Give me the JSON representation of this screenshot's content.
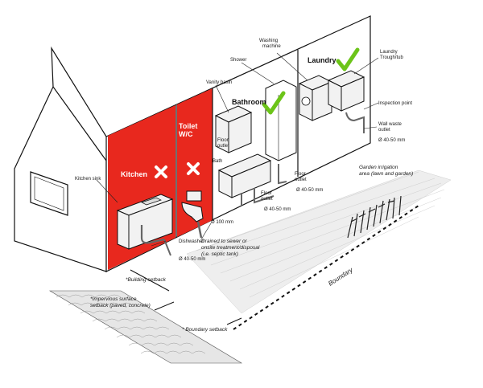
{
  "rooms": {
    "kitchen": "Kitchen",
    "toilet": "Toilet\nW/C",
    "bathroom": "Bathroom",
    "laundry": "Laundry"
  },
  "status": {
    "kitchen": "not-suitable",
    "toilet": "not-suitable",
    "bathroom": "suitable",
    "laundry": "suitable"
  },
  "labels": {
    "kitchen_sink": "Kitchen sink",
    "vanity_basin": "Vanity basin",
    "shower": "Shower",
    "washing_machine": "Washing machine",
    "laundry_trough": "Laundry Trough/tub",
    "inspection_point": "Inspection point",
    "wall_waste": "Wall waste outlet",
    "dia_40_50_a": "Ø 40-50 mm",
    "dia_40_50_b": "Ø 40-50 mm",
    "dia_40_50_c": "Ø 40-50 mm",
    "dia_40_50_d": "Ø 40-50 mm",
    "floor_outlet_a": "Floor outlet",
    "floor_outlet_b": "Floor outlet",
    "floor_outlet_c": "Floor outlet",
    "bath": "Bath",
    "dishwasher": "Dishwasher",
    "dia_100": "Ø 100 mm",
    "drained": "Drained to sewer or onsite treatment/disposal (i.e. septic tank)",
    "building_setback": "*Building setback",
    "impervious": "*Impervious surface setback (paved, concrete)",
    "boundary_setback": "* Boundary setback",
    "boundary": "Boundary",
    "garden": "Garden irrigation area (lawn and garden)"
  },
  "colors": {
    "red": "#e8281e",
    "check": "#6cc419",
    "cross": "#ffffff"
  }
}
